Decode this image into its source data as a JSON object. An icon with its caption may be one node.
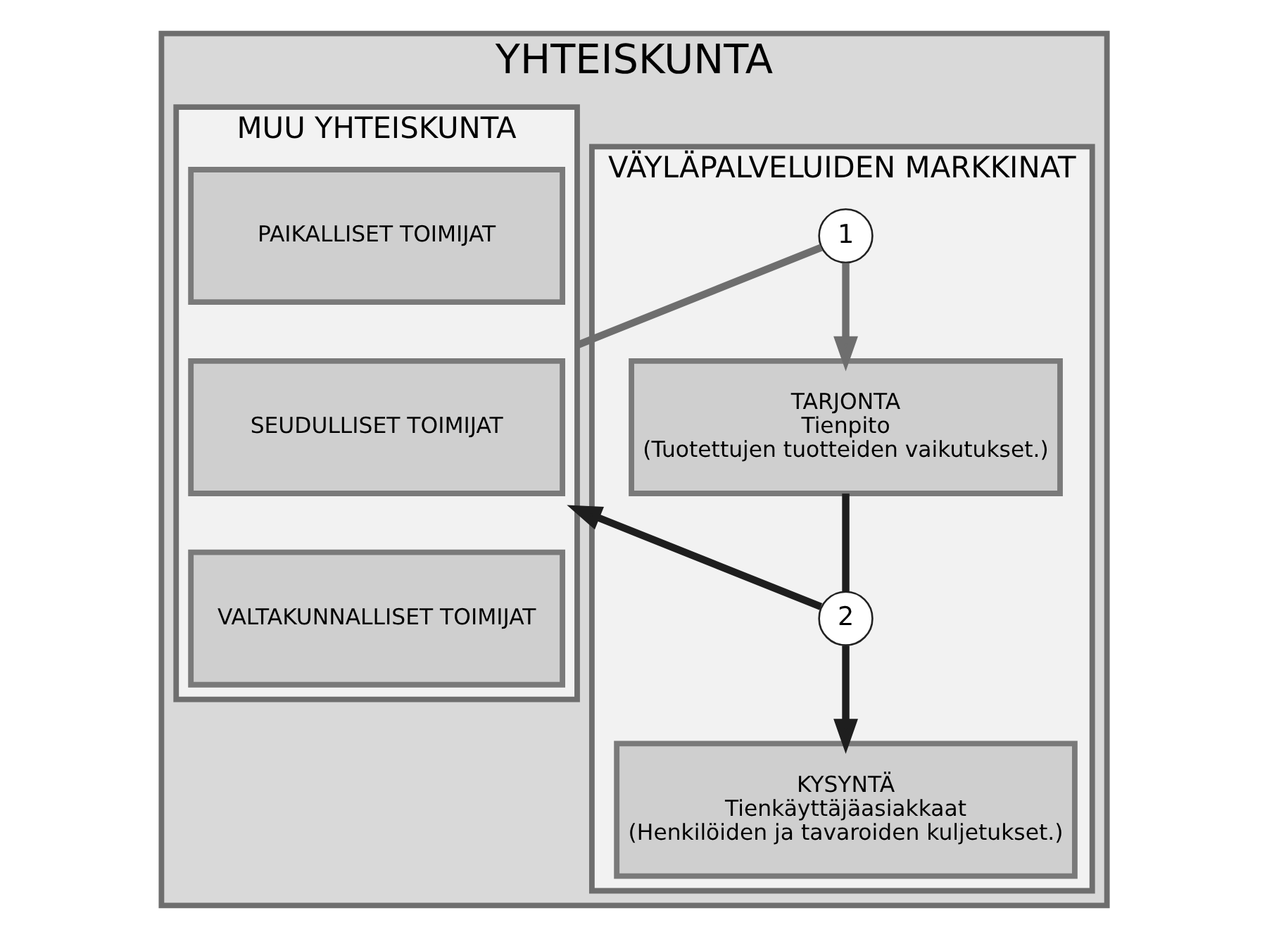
{
  "diagram": {
    "nodes": [
      {
        "text": [
          "YHTEISKUNTA"
        ]
      },
      {
        "text": [
          "VÄYLÄPALVELUIDEN MARKKINAT"
        ],
        "in": 0
      },
      {
        "text": [
          "KYSYNTÄ",
          "Tienkäyttäjäasiakkaat",
          "(Henkilöiden ja tavaroiden kuljetukset.)"
        ],
        "in": 1
      },
      {
        "text": [
          "1"
        ],
        "in": 1
      },
      {
        "text": [
          "2"
        ],
        "in": 1
      },
      {
        "text": [
          "TARJONTA",
          "Tienpito",
          "(Tuotettujen tuotteiden vaikutukset.)"
        ],
        "in": 1
      },
      {
        "text": [
          "MUU YHTEISKUNTA"
        ],
        "in": 0
      },
      {
        "text": [
          "PAIKALLISET TOIMIJAT"
        ],
        "in": 6
      },
      {
        "text": [
          "SEUDULLISET TOIMIJAT"
        ],
        "in": 6
      },
      {
        "text": [
          "VALTAKUNNALLISET TOIMIJAT"
        ],
        "in": 6
      }
    ],
    "edges": [
      {
        "from": 6,
        "to": 3,
        "arrow": "none",
        "color": "#6e6e6e"
      },
      {
        "from": 3,
        "to": 5,
        "arrow": "to",
        "color": "#6e6e6e"
      },
      {
        "from": 5,
        "to": 4,
        "arrow": "none"
      },
      {
        "from": 4,
        "to": 2,
        "arrow": "to"
      },
      {
        "from": 4,
        "to": 6,
        "arrow": "to"
      }
    ]
  }
}
